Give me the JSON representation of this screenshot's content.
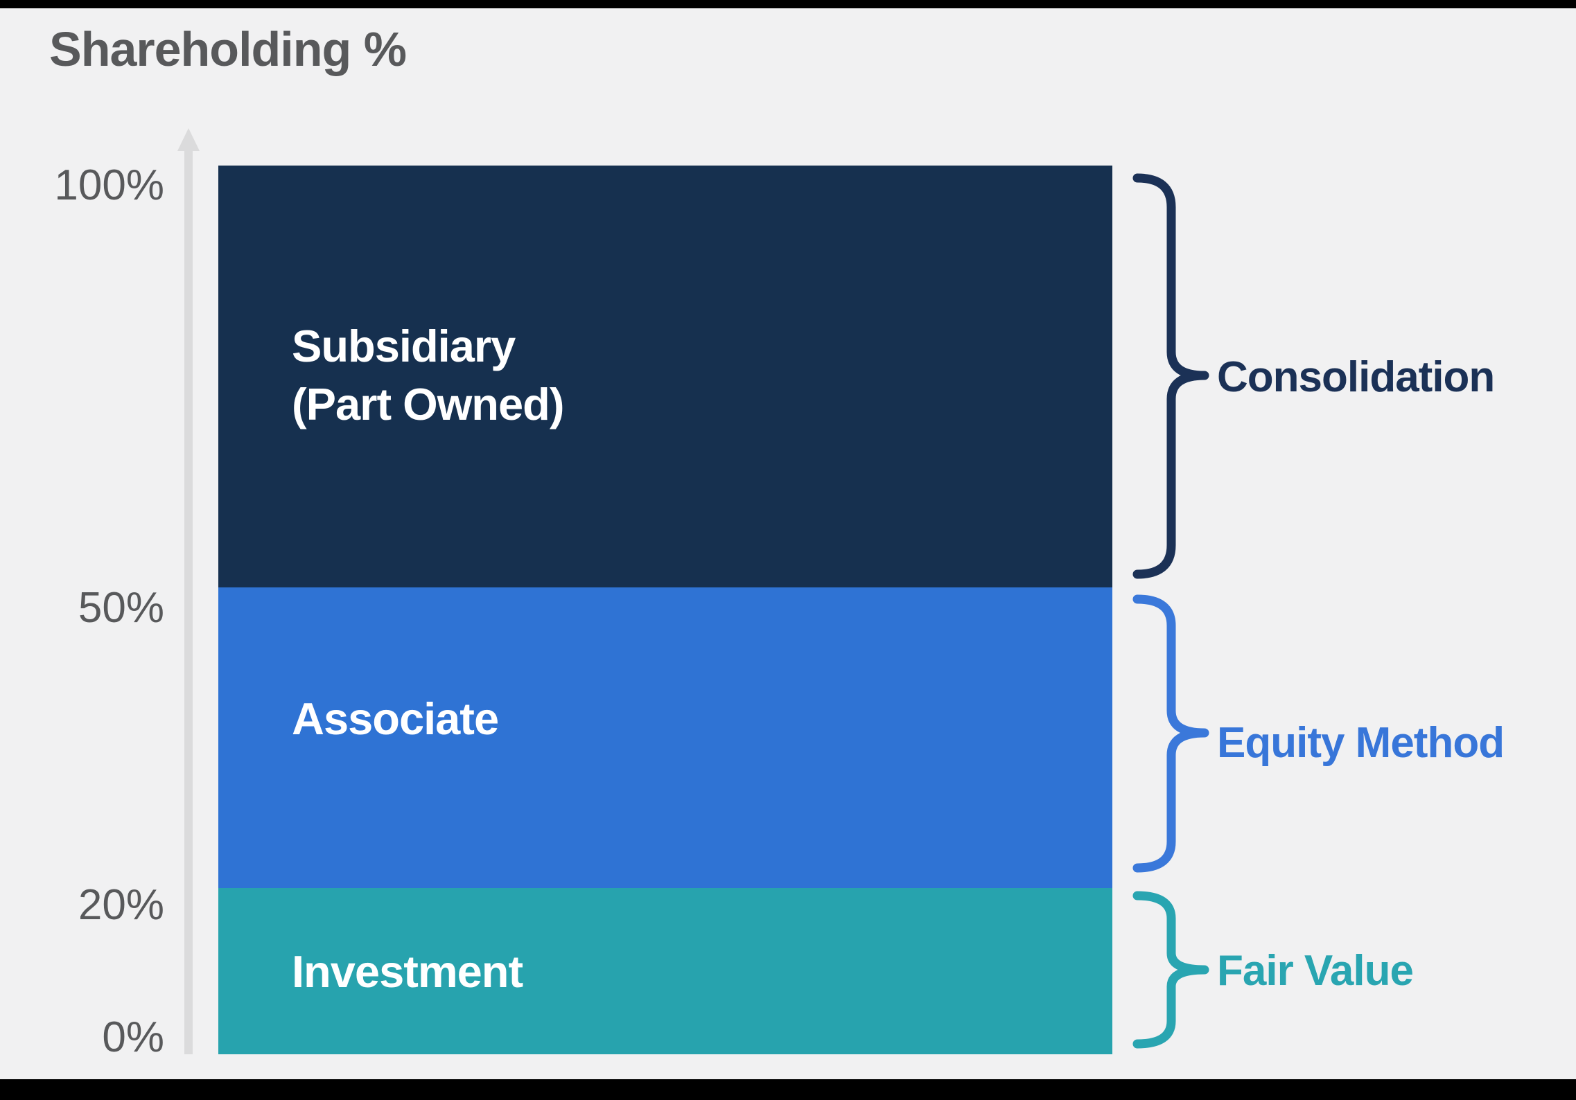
{
  "title": "Shareholding %",
  "colors": {
    "background": "#F1F1F2",
    "frame": "#000000",
    "axis_text": "#58595B",
    "arrow": "#DBDBDC"
  },
  "axis": {
    "ticks": [
      {
        "text": "100%"
      },
      {
        "text": "50%"
      },
      {
        "text": "20%"
      },
      {
        "text": "0%"
      }
    ]
  },
  "bands": [
    {
      "id": "subsidiary",
      "label_lines": [
        "Subsidiary",
        "(Part Owned)"
      ],
      "range_pct": [
        50,
        100
      ],
      "color": "#16304F",
      "method": "Consolidation",
      "method_color": "#1B3156",
      "brace_color": "#1B3156"
    },
    {
      "id": "associate",
      "label_lines": [
        "Associate"
      ],
      "range_pct": [
        20,
        50
      ],
      "color": "#2F73D4",
      "method": "Equity Method",
      "method_color": "#3876D9",
      "brace_color": "#3A78DA"
    },
    {
      "id": "investment",
      "label_lines": [
        "Investment"
      ],
      "range_pct": [
        0,
        20
      ],
      "color": "#27A3AE",
      "method": "Fair Value",
      "method_color": "#29A5B1",
      "brace_color": "#29A5B1"
    }
  ],
  "chart_data": {
    "type": "bar",
    "title": "Shareholding %",
    "ylabel": "Shareholding %",
    "ylim": [
      0,
      100
    ],
    "tick_labels": [
      "0%",
      "20%",
      "50%",
      "100%"
    ],
    "categories": [
      "Investment",
      "Associate",
      "Subsidiary (Part Owned)"
    ],
    "series": [
      {
        "name": "shareholding_range_pct",
        "values": [
          [
            0,
            20
          ],
          [
            20,
            50
          ],
          [
            50,
            100
          ]
        ]
      }
    ],
    "annotations": [
      "Fair Value",
      "Equity Method",
      "Consolidation"
    ],
    "legend": false,
    "grid": false
  }
}
